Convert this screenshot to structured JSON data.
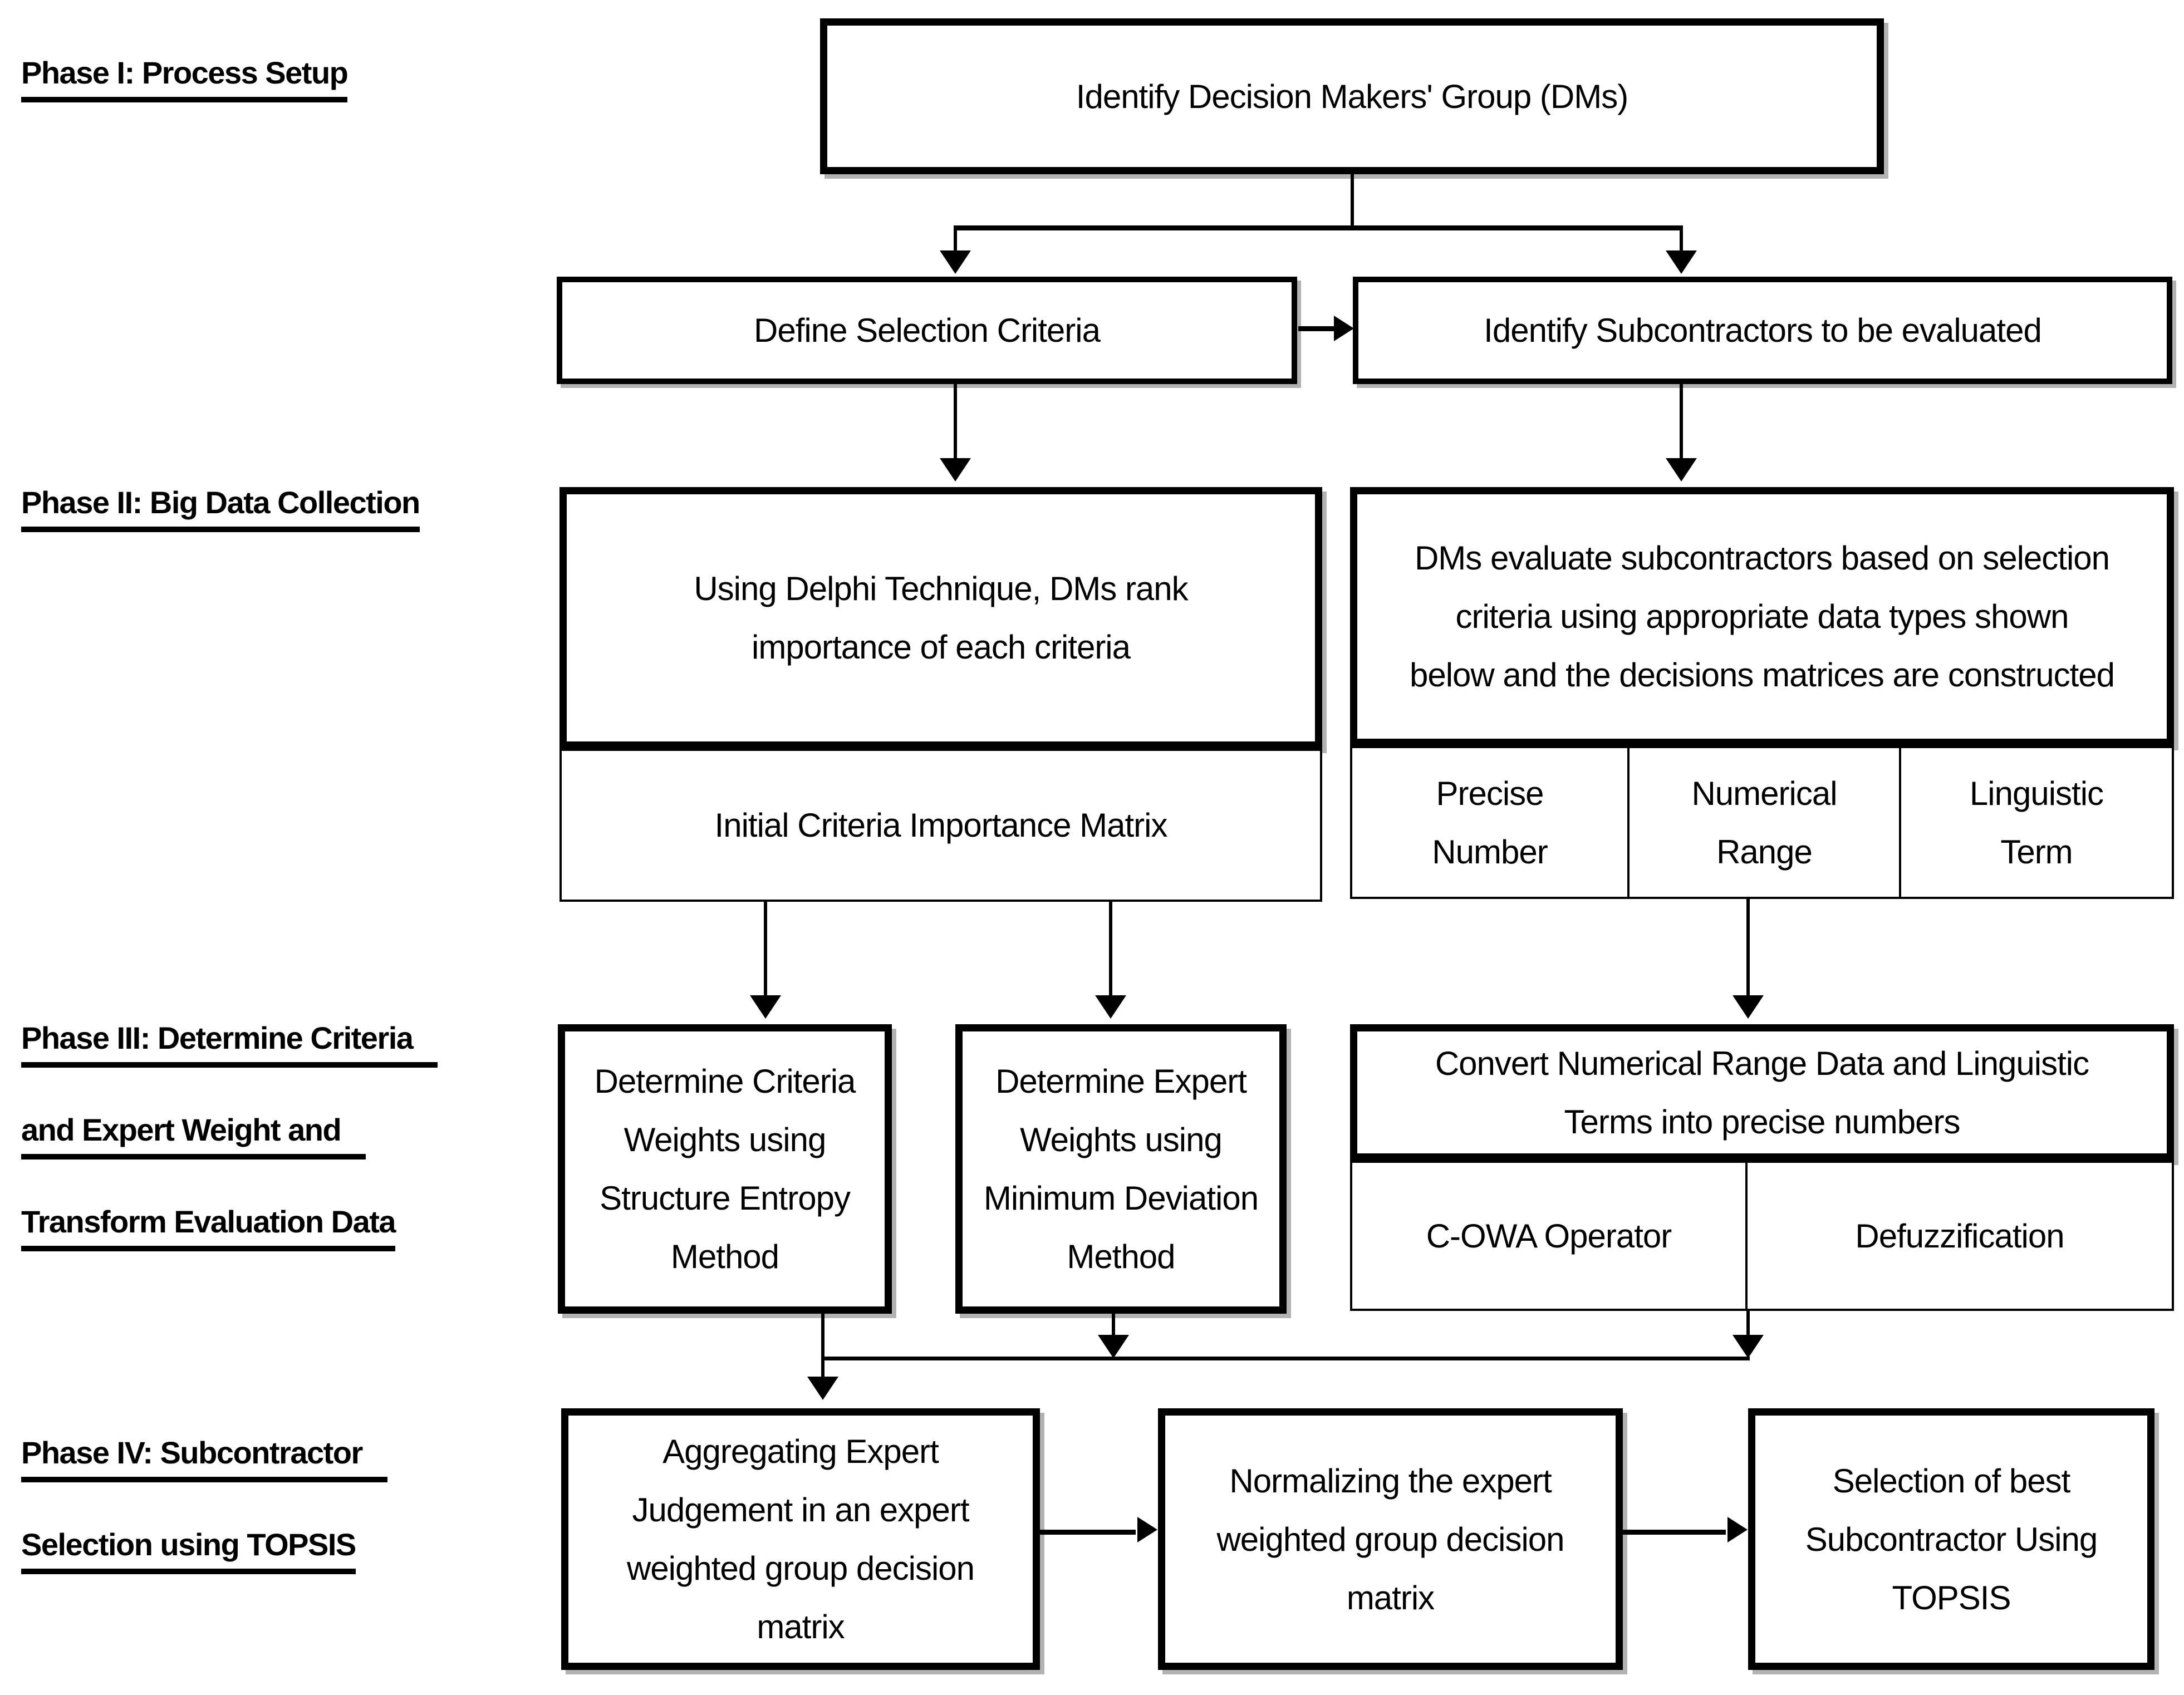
{
  "colors": {
    "background": "#ffffff",
    "ink": "#000000"
  },
  "icons": {
    "arrowhead_down": "triangle-down",
    "arrowhead_right": "triangle-right"
  },
  "phase_labels": {
    "phase1": {
      "lines": [
        "Phase I: Process Setup"
      ]
    },
    "phase2": {
      "lines": [
        "Phase II: Big Data Collection"
      ]
    },
    "phase3": {
      "lines": [
        "Phase III: Determine Criteria",
        "and Expert Weight and",
        "Transform Evaluation Data"
      ]
    },
    "phase4": {
      "lines": [
        "Phase IV: Subcontractor",
        "Selection using TOPSIS"
      ]
    }
  },
  "boxes": {
    "identify_dms": {
      "lines": [
        "Identify Decision Makers' Group (DMs)"
      ]
    },
    "define_criteria": {
      "lines": [
        "Define Selection Criteria"
      ]
    },
    "identify_subcontractors": {
      "lines": [
        "Identify Subcontractors to be evaluated"
      ]
    },
    "delphi_ranking": {
      "lines": [
        "Using Delphi Technique, DMs rank",
        "importance of each criteria"
      ]
    },
    "initial_criteria_matrix": {
      "lines": [
        "Initial Criteria Importance Matrix"
      ]
    },
    "dm_evaluation": {
      "lines": [
        "DMs evaluate subcontractors based on selection",
        "criteria using appropriate data types shown",
        "below and the decisions matrices are constructed"
      ]
    },
    "data_types": {
      "cells": [
        {
          "lines": [
            "Precise",
            "Number"
          ]
        },
        {
          "lines": [
            "Numerical",
            "Range"
          ]
        },
        {
          "lines": [
            "Linguistic",
            "Term"
          ]
        }
      ]
    },
    "criteria_weights": {
      "lines": [
        "Determine Criteria",
        "Weights using",
        "Structure Entropy",
        "Method"
      ]
    },
    "expert_weights": {
      "lines": [
        "Determine Expert",
        "Weights using",
        "Minimum Deviation",
        "Method"
      ]
    },
    "convert_data": {
      "lines": [
        "Convert Numerical Range Data and Linguistic",
        "Terms into precise numbers"
      ]
    },
    "conversion_methods": {
      "cells": [
        {
          "lines": [
            "C-OWA Operator"
          ]
        },
        {
          "lines": [
            "Defuzzification"
          ]
        }
      ]
    },
    "aggregating": {
      "lines": [
        "Aggregating Expert",
        "Judgement in an expert",
        "weighted group decision",
        "matrix"
      ]
    },
    "normalizing": {
      "lines": [
        "Normalizing the expert",
        "weighted group decision",
        "matrix"
      ]
    },
    "selection": {
      "lines": [
        "Selection of best",
        "Subcontractor Using",
        "TOPSIS"
      ]
    }
  }
}
